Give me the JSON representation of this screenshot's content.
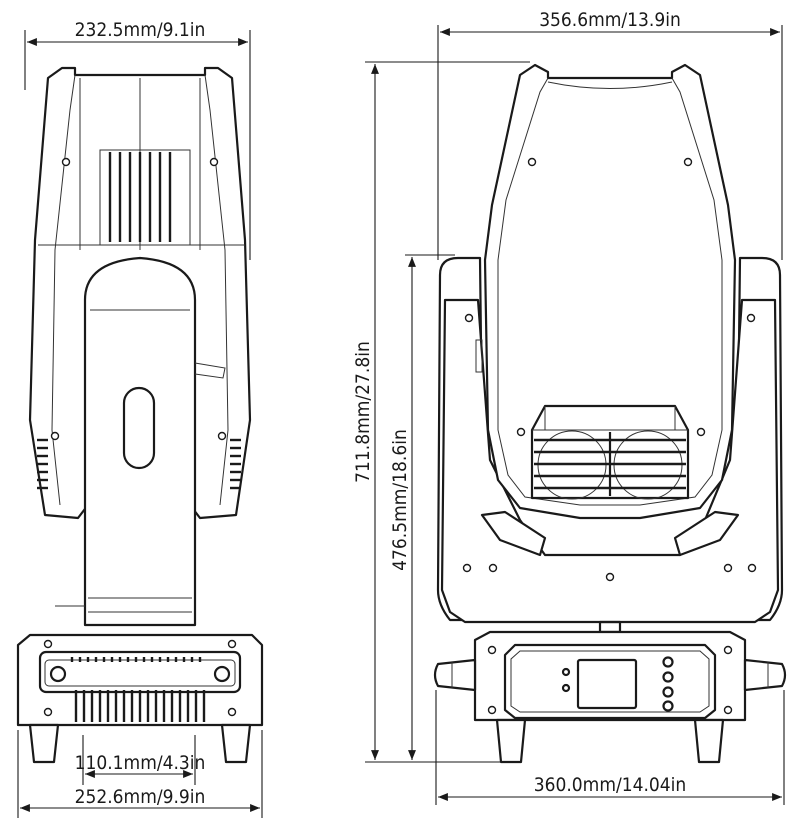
{
  "dimensions": {
    "front_head_width": "232.5mm/9.1in",
    "front_base_inner_width": "110.1mm/4.3in",
    "front_base_width": "252.6mm/9.9in",
    "side_head_width": "356.6mm/13.9in",
    "total_height": "711.8mm/27.8in",
    "yoke_height": "476.5mm/18.6in",
    "side_base_width": "360.0mm/14.04in"
  }
}
